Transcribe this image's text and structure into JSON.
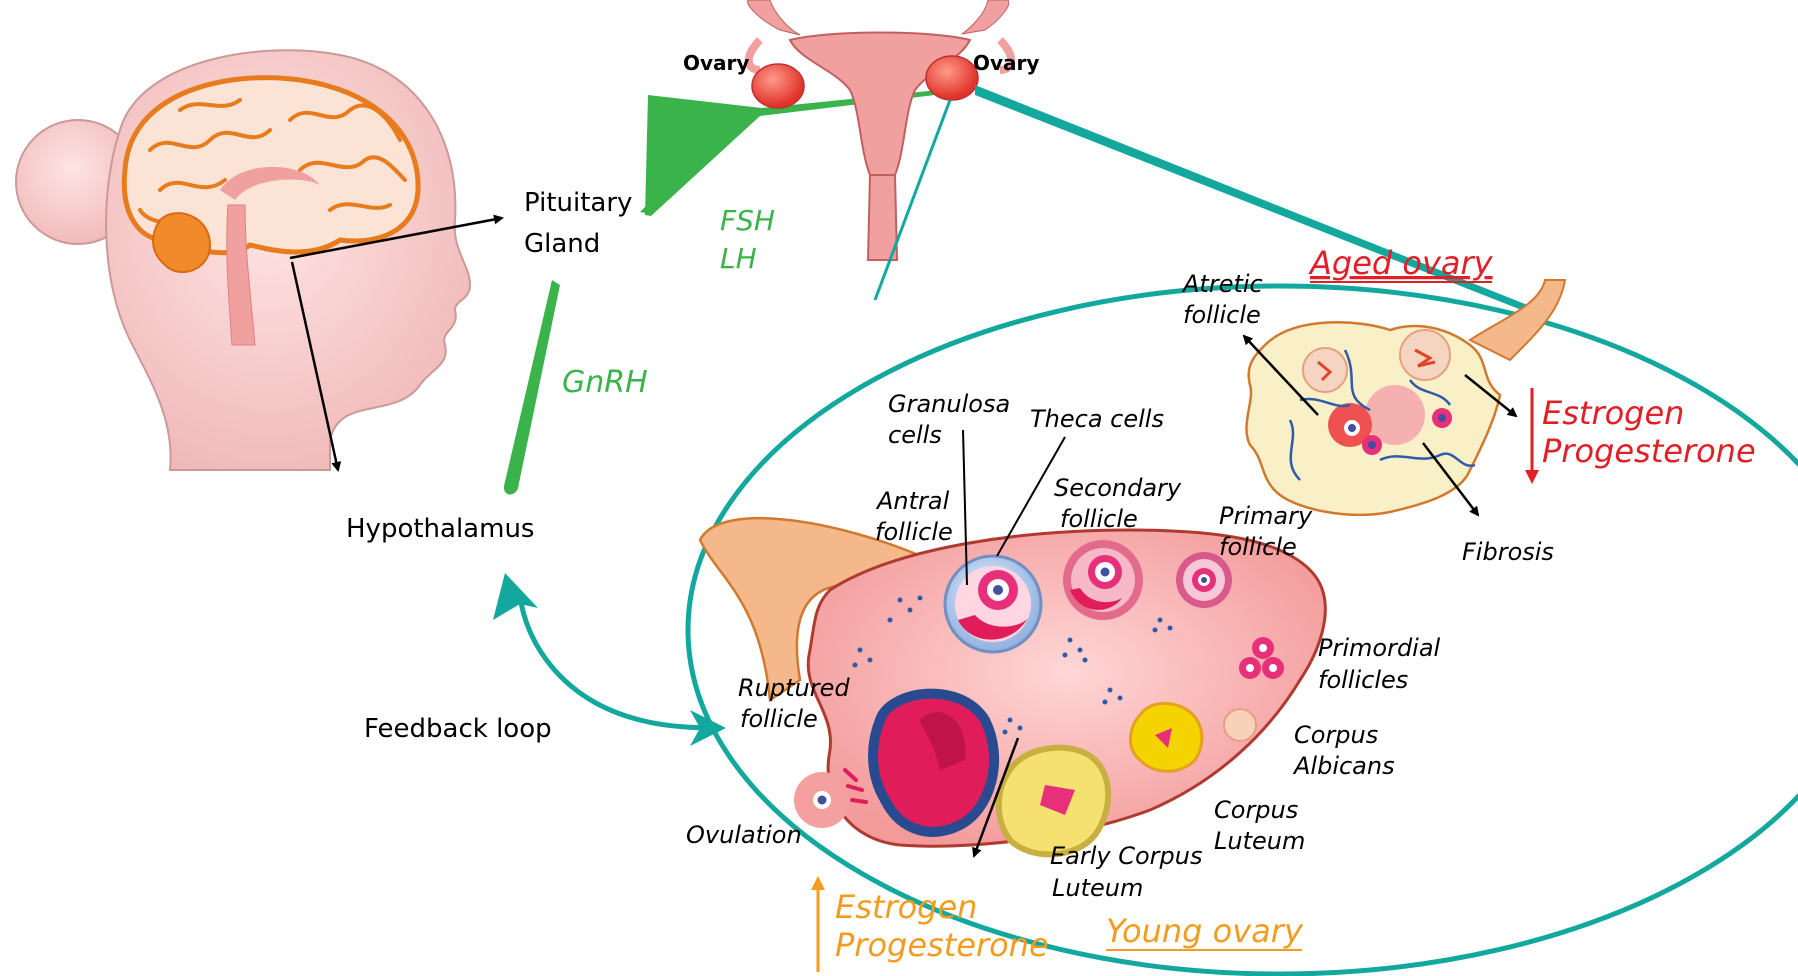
{
  "labels": {
    "ovary_left": "Ovary",
    "ovary_right": "Ovary",
    "pituitary_line1": "Pituitary",
    "pituitary_line2": "Gland",
    "fsh": "FSH",
    "lh": "LH",
    "gnrh": "GnRH",
    "hypothalamus": "Hypothalamus",
    "feedback_loop": "Feedback loop",
    "aged_ovary": "Aged ovary",
    "atretic_line1": "Atretic",
    "atretic_line2": "follicle",
    "estrogen_aged": "Estrogen",
    "progesterone_aged": "Progesterone",
    "fibrosis": "Fibrosis",
    "granulosa_line1": "Granulosa",
    "granulosa_line2": "cells",
    "theca": "Theca cells",
    "antral_line1": "Antral",
    "antral_line2": "follicle",
    "secondary_line1": "Secondary",
    "secondary_line2": "follicle",
    "primary_line1": "Primary",
    "primary_line2": "follicle",
    "primordial_line1": "Primordial",
    "primordial_line2": "follicles",
    "ruptured_line1": "Ruptured",
    "ruptured_line2": "follicle",
    "albicans_line1": "Corpus",
    "albicans_line2": "Albicans",
    "luteum_line1": "Corpus",
    "luteum_line2": "Luteum",
    "early_luteum_line1": "Early Corpus",
    "early_luteum_line2": "Luteum",
    "ovulation": "Ovulation",
    "estrogen_young": "Estrogen",
    "progesterone_young": "Progesterone",
    "young_ovary": "Young ovary"
  },
  "colors": {
    "teal": "#13a89e",
    "green": "#3ab44a",
    "red": "#e21e26",
    "orange": "#f39c1f",
    "skin": "#f6c9c9",
    "brain": "#e87b1c",
    "ovary_pink": "#f2a0a0"
  }
}
